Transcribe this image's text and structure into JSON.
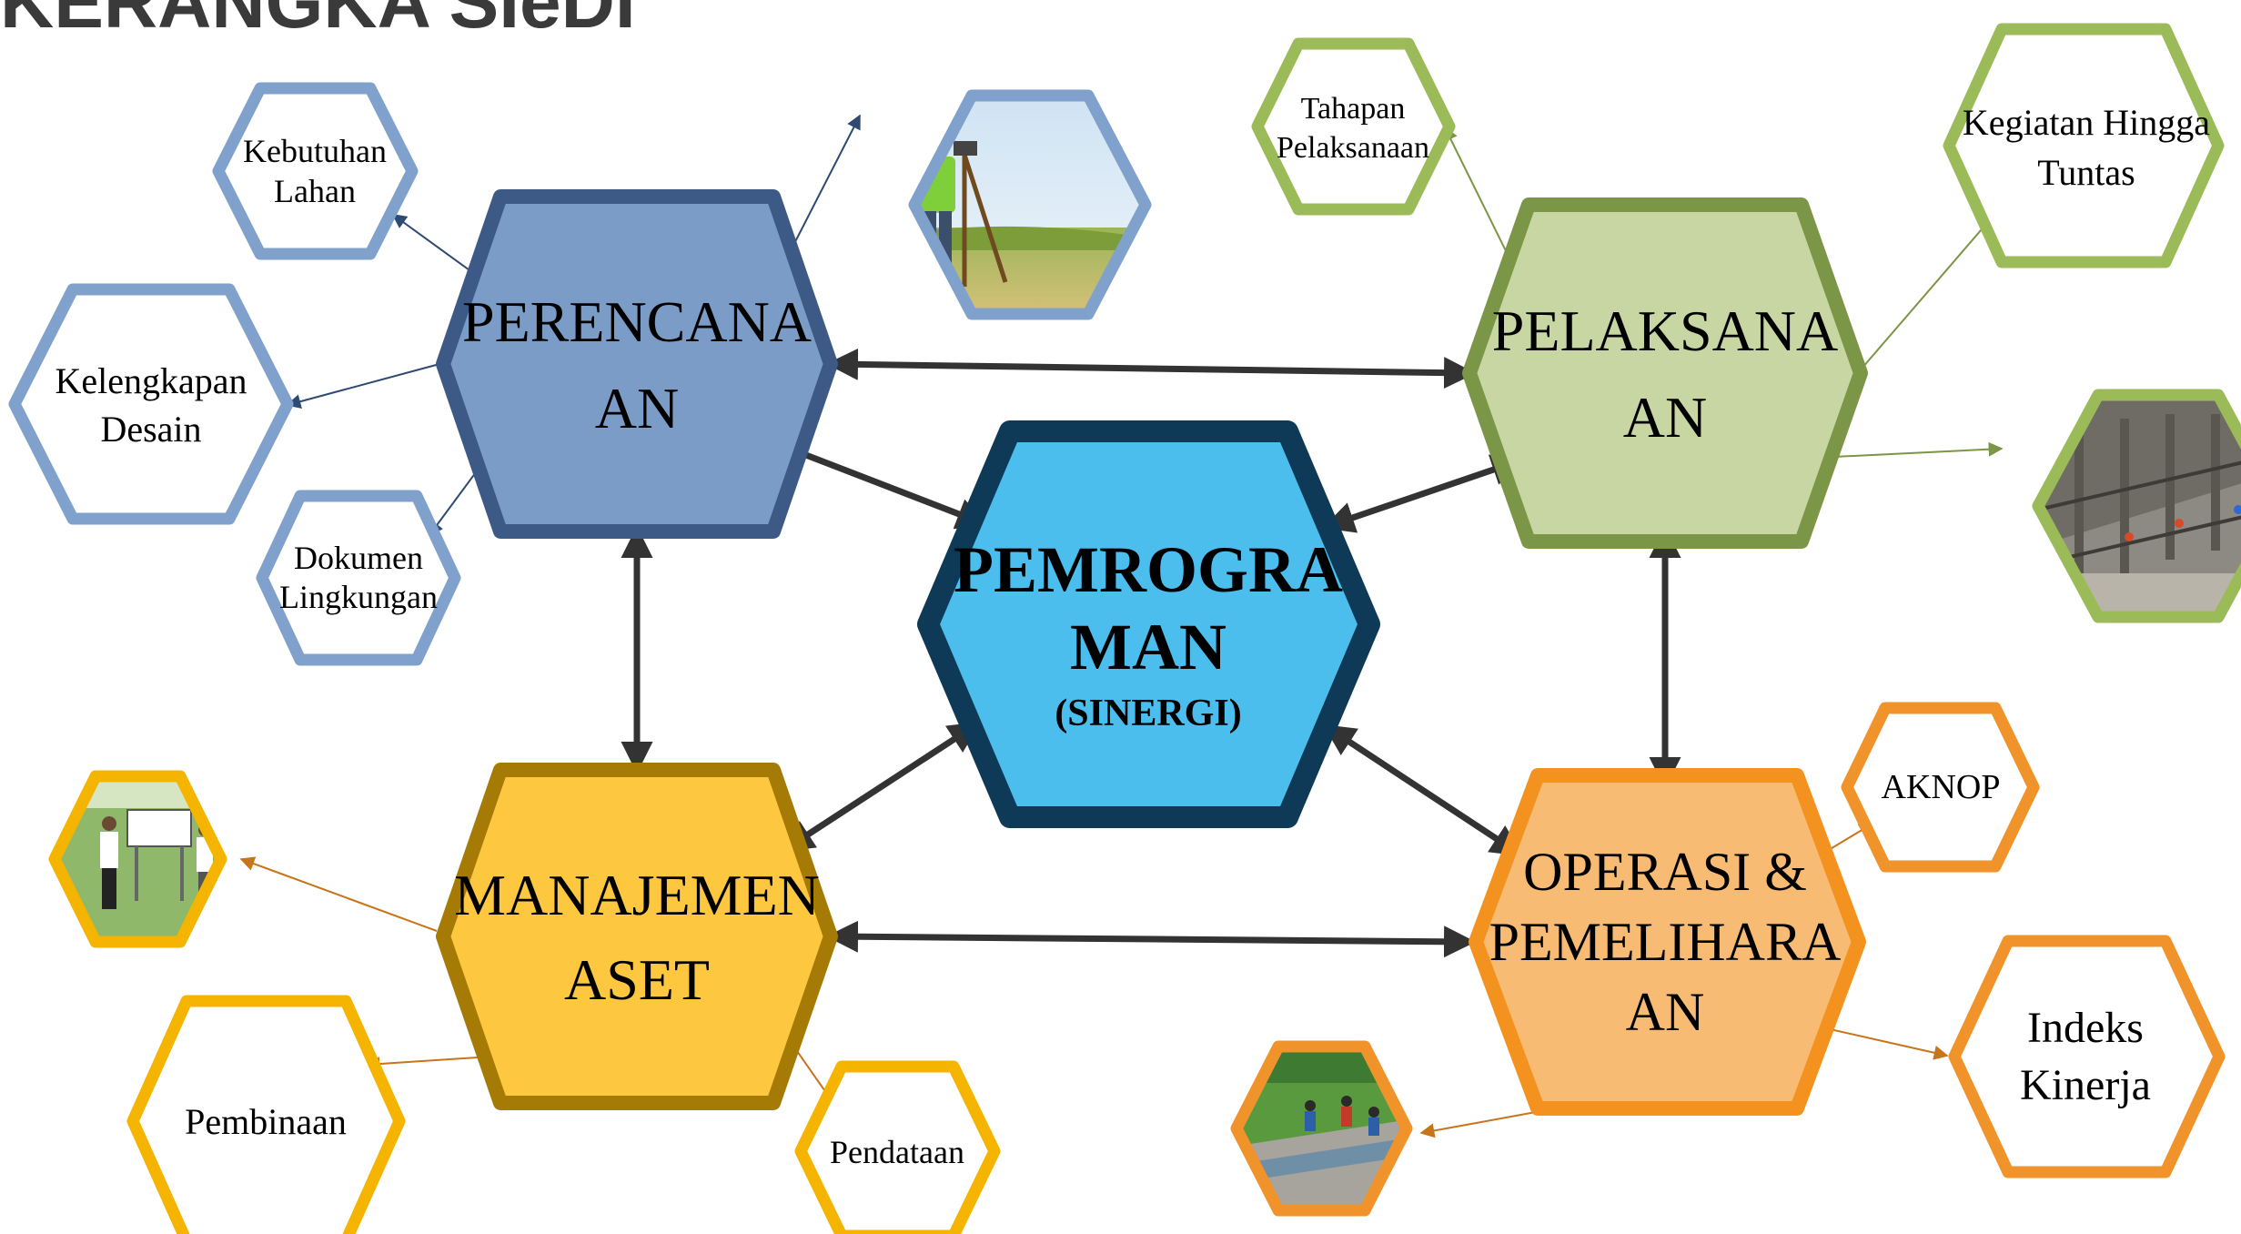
{
  "title": "KERANGKA SIeDI",
  "colors": {
    "blue_dark": "#3d5a87",
    "blue_fill": "#7a9cc6",
    "blue_light": "#7fa1cc",
    "center_border": "#0e3a57",
    "center_fill": "#4bbeee",
    "green_dark": "#7a9646",
    "green_fill": "#c7d6a3",
    "green_light": "#9bbb59",
    "gold_dark": "#a57a05",
    "gold_fill": "#fdc840",
    "gold_light": "#f4b400",
    "orange_dark": "#f3921e",
    "orange_fill": "#f8bb74",
    "orange_light": "#f0932b"
  },
  "center": {
    "line1": "PEMROGRA",
    "line2": "MAN",
    "line3": "(SINERGI)"
  },
  "perencanaan": {
    "line1": "PERENCANA",
    "line2": "AN",
    "children": {
      "kebutuhan": [
        "Kebutuhan",
        "Lahan"
      ],
      "kelengkapan": [
        "Kelengkapan",
        "Desain"
      ],
      "dokumen": [
        "Dokumen",
        "Lingkungan"
      ],
      "photo": "surveyor-photo"
    }
  },
  "pelaksanaan": {
    "line1": "PELAKSANA",
    "line2": "AN",
    "children": {
      "tahapan": [
        "Tahapan",
        "Pelaksanaan"
      ],
      "kegiatan": [
        "Kegiatan Hingga",
        "Tuntas"
      ],
      "photo": "construction-photo"
    }
  },
  "manajemen": {
    "line1": "MANAJEMEN",
    "line2": "ASET",
    "children": {
      "pembinaan": "Pembinaan",
      "pendataan": "Pendataan",
      "photo": "signboard-photo"
    }
  },
  "operasi": {
    "line1": "OPERASI &",
    "line2": "PEMELIHARA",
    "line3": "AN",
    "children": {
      "aknop": "AKNOP",
      "indeks": [
        "Indeks",
        "Kinerja"
      ],
      "photo": "canal-maintenance-photo"
    }
  }
}
